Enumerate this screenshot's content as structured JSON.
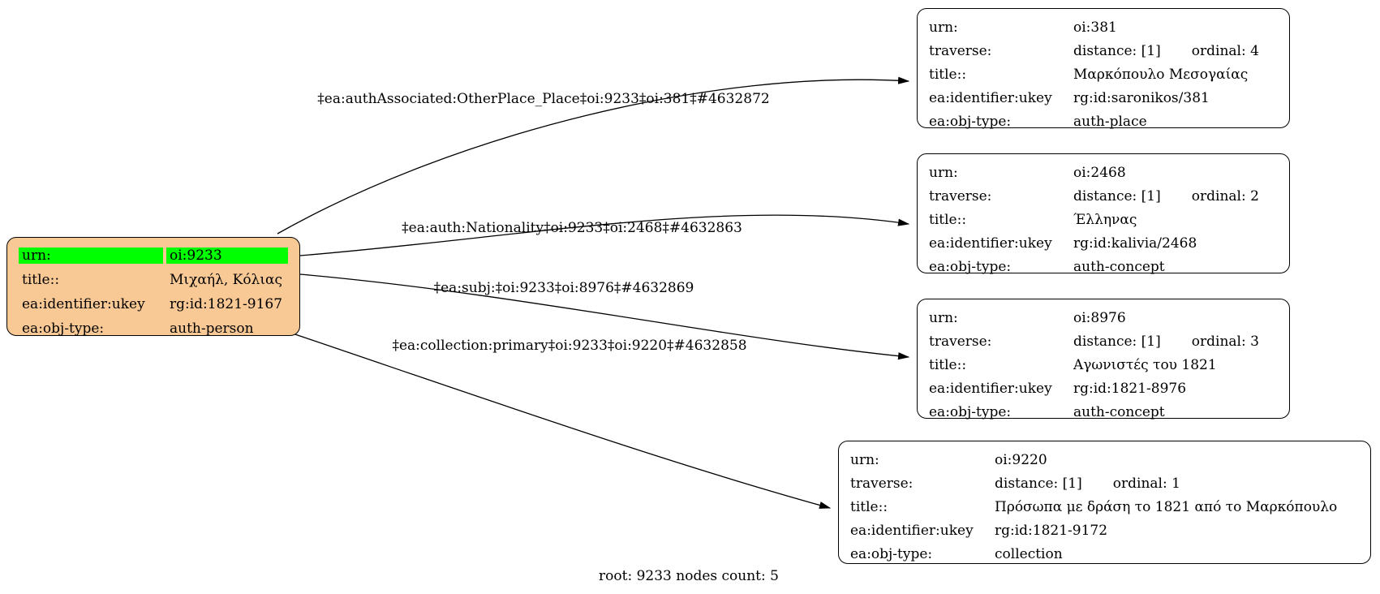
{
  "caption": "root: 9233 nodes count: 5",
  "colors": {
    "root_fill": "#F8C895",
    "highlight": "#00FF00",
    "node_fill": "#FFFFFF",
    "stroke": "#000000"
  },
  "root_node": {
    "rows": [
      {
        "label": "urn:",
        "value": "oi:9233"
      },
      {
        "label": "title::",
        "value": "Μιχαήλ, Κόλιας"
      },
      {
        "label": "ea:identifier:ukey",
        "value": "rg:id:1821-9167"
      },
      {
        "label": "ea:obj-type:",
        "value": "auth-person"
      }
    ]
  },
  "edges": [
    {
      "label": "‡ea:authAssociated:OtherPlace_Place‡oi:9233‡oi:381‡#4632872"
    },
    {
      "label": "‡ea:auth:Nationality‡oi:9233‡oi:2468‡#4632863"
    },
    {
      "label": "‡ea:subj:‡oi:9233‡oi:8976‡#4632869"
    },
    {
      "label": "‡ea:collection:primary‡oi:9233‡oi:9220‡#4632858"
    }
  ],
  "nodes": [
    {
      "rows": [
        {
          "label": "urn:",
          "value": "oi:381"
        },
        {
          "label": "traverse:",
          "value": "distance: [1]",
          "value2": "ordinal: 4"
        },
        {
          "label": "title::",
          "value": "Μαρκόπουλο Μεσογαίας"
        },
        {
          "label": "ea:identifier:ukey",
          "value": "rg:id:saronikos/381"
        },
        {
          "label": "ea:obj-type:",
          "value": "auth-place"
        }
      ]
    },
    {
      "rows": [
        {
          "label": "urn:",
          "value": "oi:2468"
        },
        {
          "label": "traverse:",
          "value": "distance: [1]",
          "value2": "ordinal: 2"
        },
        {
          "label": "title::",
          "value": "Έλληνας"
        },
        {
          "label": "ea:identifier:ukey",
          "value": "rg:id:kalivia/2468"
        },
        {
          "label": "ea:obj-type:",
          "value": "auth-concept"
        }
      ]
    },
    {
      "rows": [
        {
          "label": "urn:",
          "value": "oi:8976"
        },
        {
          "label": "traverse:",
          "value": "distance: [1]",
          "value2": "ordinal: 3"
        },
        {
          "label": "title::",
          "value": "Αγωνιστές του 1821"
        },
        {
          "label": "ea:identifier:ukey",
          "value": "rg:id:1821-8976"
        },
        {
          "label": "ea:obj-type:",
          "value": "auth-concept"
        }
      ]
    },
    {
      "rows": [
        {
          "label": "urn:",
          "value": "oi:9220"
        },
        {
          "label": "traverse:",
          "value": "distance: [1]",
          "value2": "ordinal: 1"
        },
        {
          "label": "title::",
          "value": "Πρόσωπα με δράση το 1821 από το Μαρκόπουλο"
        },
        {
          "label": "ea:identifier:ukey",
          "value": "rg:id:1821-9172"
        },
        {
          "label": "ea:obj-type:",
          "value": "collection"
        }
      ]
    }
  ]
}
